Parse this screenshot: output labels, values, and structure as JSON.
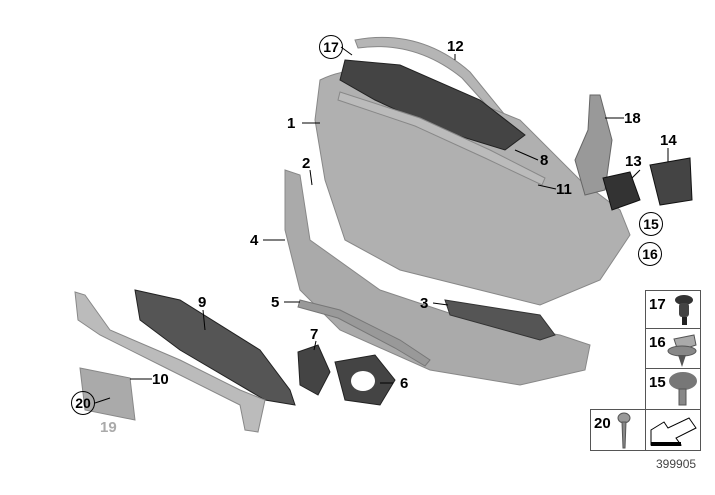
{
  "diagram": {
    "callouts": {
      "p1": "1",
      "p2": "2",
      "p3": "3",
      "p4": "4",
      "p5": "5",
      "p6": "6",
      "p7": "7",
      "p8": "8",
      "p9": "9",
      "p10": "10",
      "p11": "11",
      "p12": "12",
      "p13": "13",
      "p14": "14",
      "p15": "15",
      "p16": "16",
      "p17": "17",
      "p18": "18",
      "p19": "19",
      "p20": "20"
    },
    "legend": {
      "c17": "17",
      "c16": "16",
      "c15": "15",
      "c20": "20"
    },
    "reference_number": "399905",
    "colors": {
      "part": "#a8a8a8",
      "dark_part": "#555555",
      "outline": "#777777"
    }
  }
}
